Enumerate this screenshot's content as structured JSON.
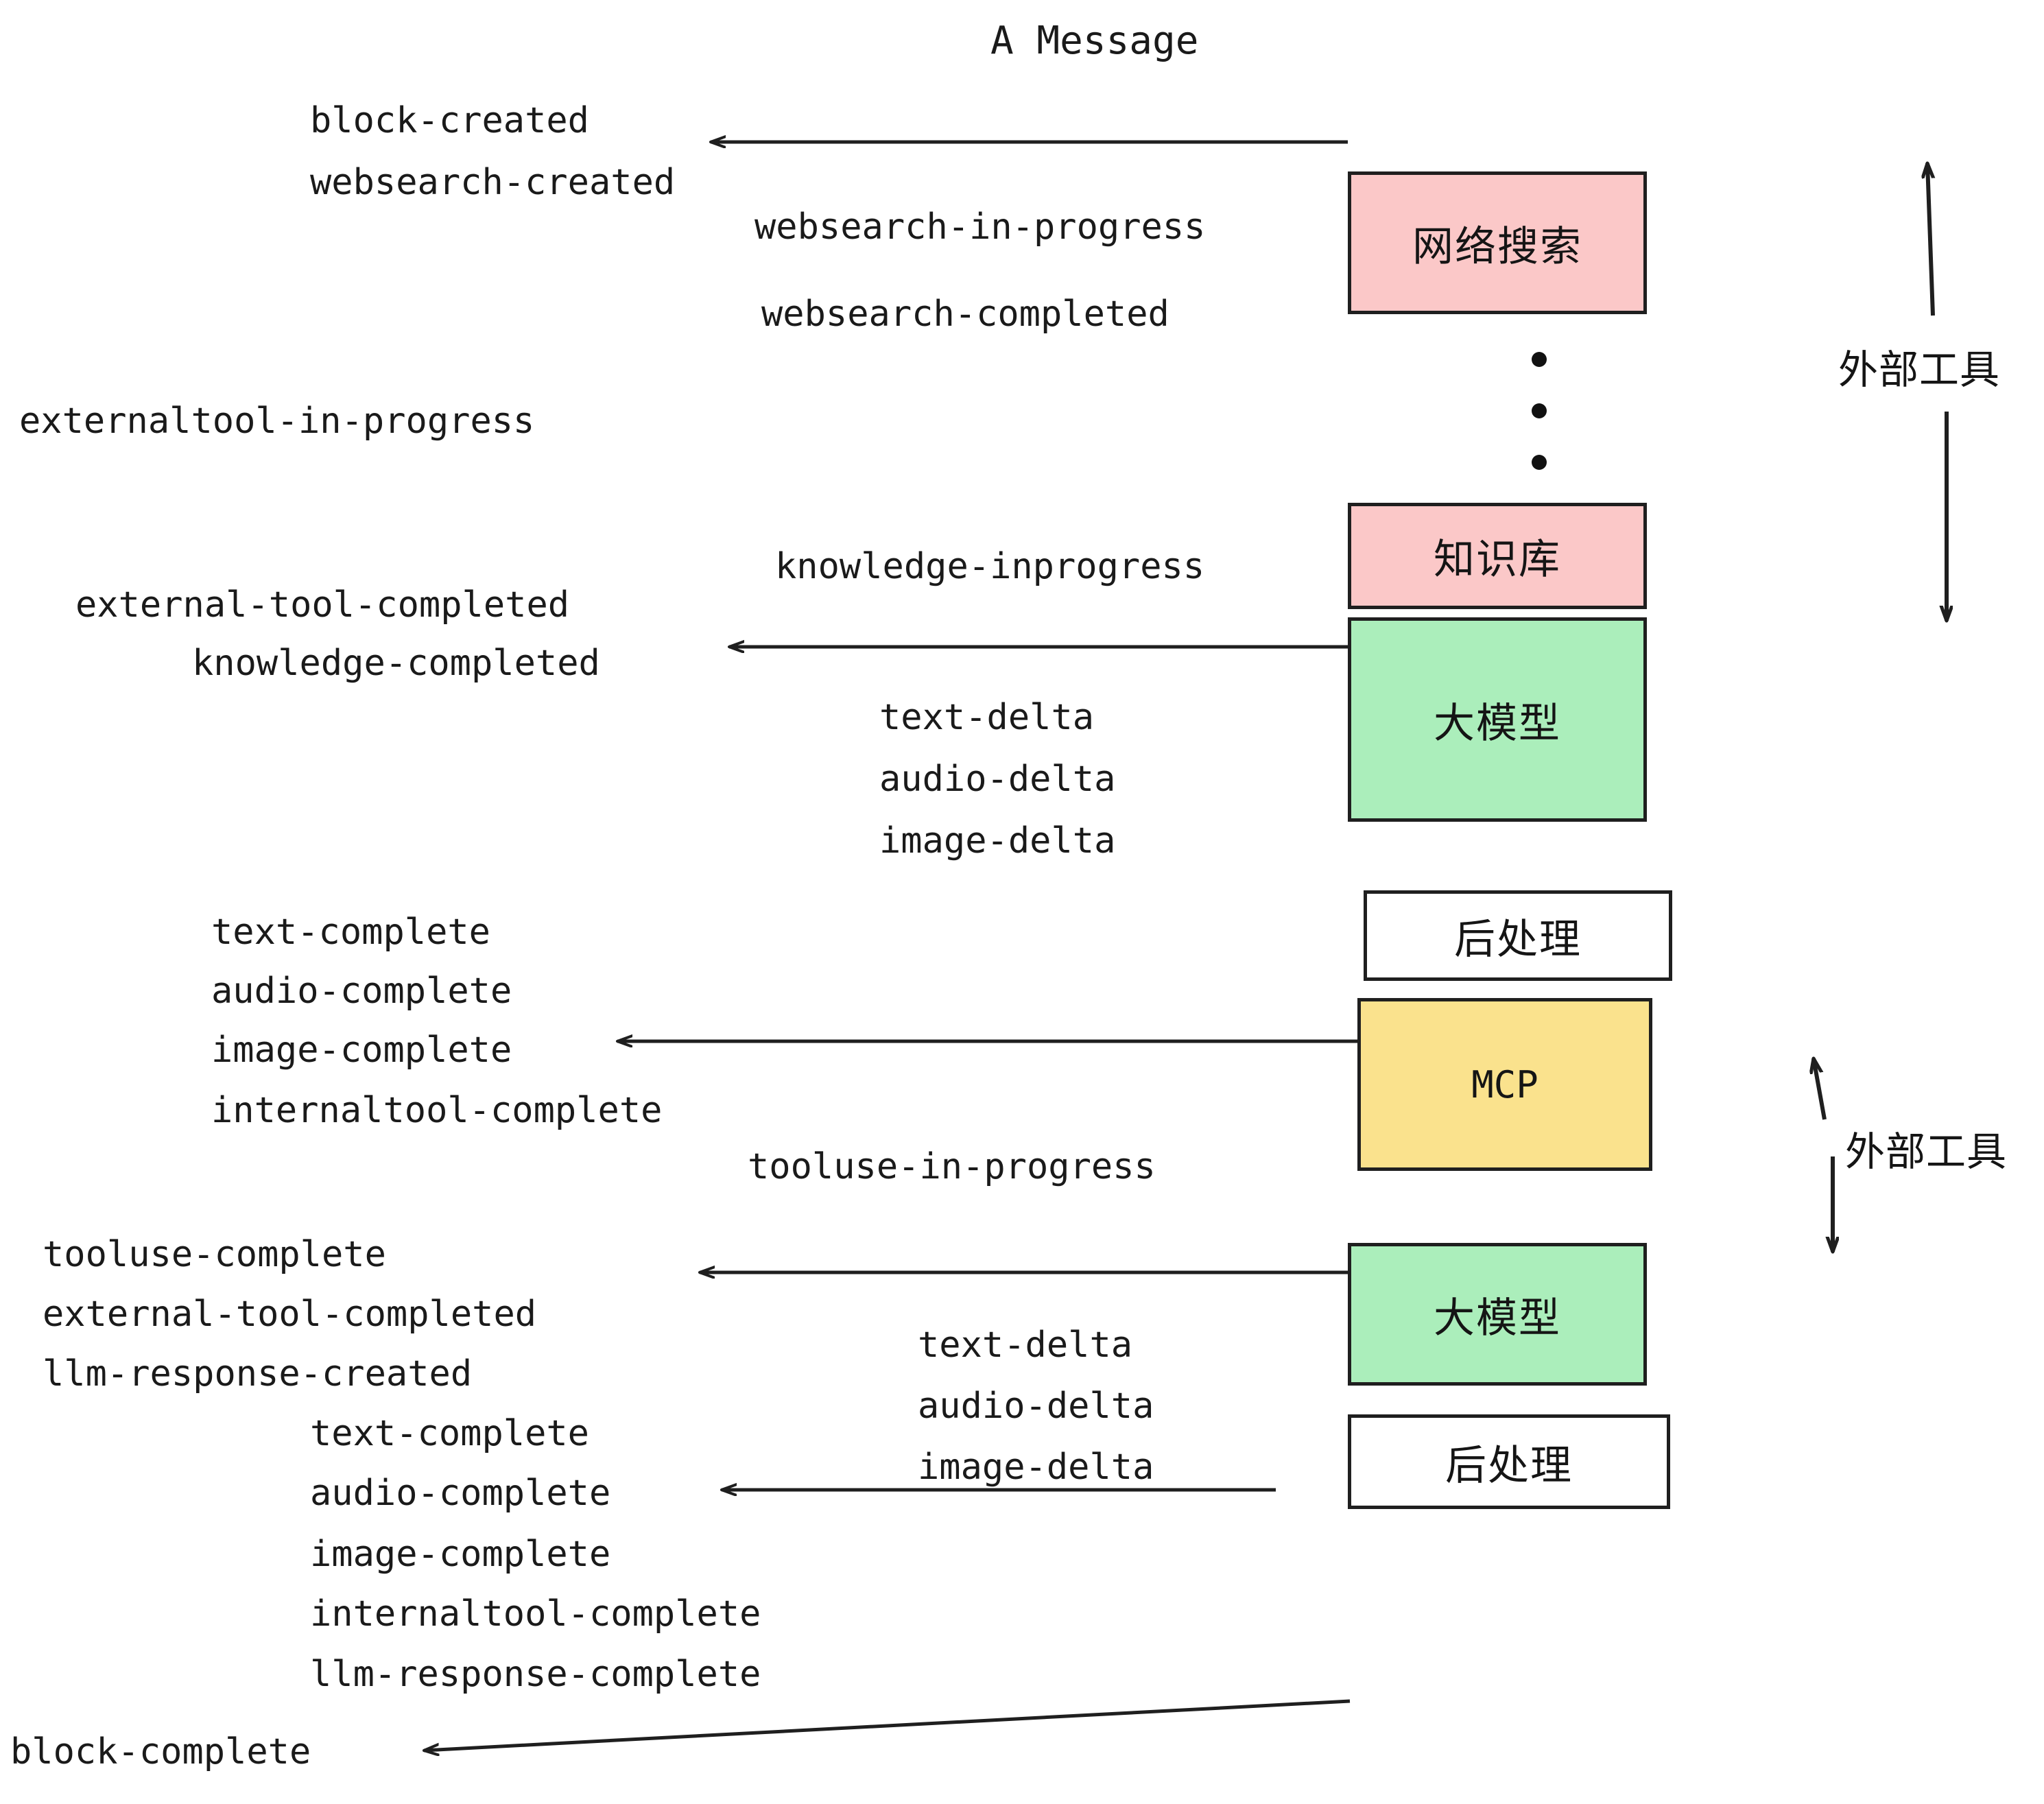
{
  "title": "A Message",
  "colors": {
    "tool_pink": "#fbc8c8",
    "llm_green": "#abeebb",
    "mcp_yellow": "#fae28d",
    "postprocess_white": "#ffffff",
    "stroke": "#1f1f1f",
    "text": "#1a1a1a",
    "background": "#ffffff"
  },
  "nodes": [
    {
      "id": "websearch",
      "label": "网络搜索",
      "fill": "#fbc8c8"
    },
    {
      "id": "knowledge",
      "label": "知识库",
      "fill": "#fbc8c8"
    },
    {
      "id": "llm-1",
      "label": "大模型",
      "fill": "#abeebb"
    },
    {
      "id": "postprocess-1",
      "label": "后处理",
      "fill": "#ffffff"
    },
    {
      "id": "mcp",
      "label": "MCP",
      "fill": "#fae28d"
    },
    {
      "id": "llm-2",
      "label": "大模型",
      "fill": "#abeebb"
    },
    {
      "id": "postprocess-2",
      "label": "后处理",
      "fill": "#ffffff"
    }
  ],
  "group_labels": [
    {
      "id": "external-tools-top",
      "label": "外部工具"
    },
    {
      "id": "external-tools-bottom",
      "label": "外部工具"
    }
  ],
  "events": [
    {
      "id": "block-created",
      "text": "block-created"
    },
    {
      "id": "websearch-created",
      "text": "websearch-created"
    },
    {
      "id": "websearch-in-progress",
      "text": "websearch-in-progress"
    },
    {
      "id": "websearch-completed",
      "text": "websearch-completed"
    },
    {
      "id": "externaltool-in-progress",
      "text": "externaltool-in-progress"
    },
    {
      "id": "knowledge-inprogress",
      "text": "knowledge-inprogress"
    },
    {
      "id": "external-tool-completed-1",
      "text": "external-tool-completed"
    },
    {
      "id": "knowledge-completed",
      "text": "knowledge-completed"
    },
    {
      "id": "text-delta-1",
      "text": "text-delta"
    },
    {
      "id": "audio-delta-1",
      "text": "audio-delta"
    },
    {
      "id": "image-delta-1",
      "text": "image-delta"
    },
    {
      "id": "text-complete-1",
      "text": "text-complete"
    },
    {
      "id": "audio-complete-1",
      "text": "audio-complete"
    },
    {
      "id": "image-complete-1",
      "text": "image-complete"
    },
    {
      "id": "internaltool-complete-1",
      "text": "internaltool-complete"
    },
    {
      "id": "tooluse-in-progress",
      "text": "tooluse-in-progress"
    },
    {
      "id": "tooluse-complete",
      "text": "tooluse-complete"
    },
    {
      "id": "external-tool-completed-2",
      "text": "external-tool-completed"
    },
    {
      "id": "llm-response-created",
      "text": "llm-response-created"
    },
    {
      "id": "text-delta-2",
      "text": "text-delta"
    },
    {
      "id": "audio-delta-2",
      "text": "audio-delta"
    },
    {
      "id": "image-delta-2",
      "text": "image-delta"
    },
    {
      "id": "text-complete-2",
      "text": "text-complete"
    },
    {
      "id": "audio-complete-2",
      "text": "audio-complete"
    },
    {
      "id": "image-complete-2",
      "text": "image-complete"
    },
    {
      "id": "internaltool-complete-2",
      "text": "internaltool-complete"
    },
    {
      "id": "llm-response-complete",
      "text": "llm-response-complete"
    },
    {
      "id": "block-complete",
      "text": "block-complete"
    }
  ]
}
